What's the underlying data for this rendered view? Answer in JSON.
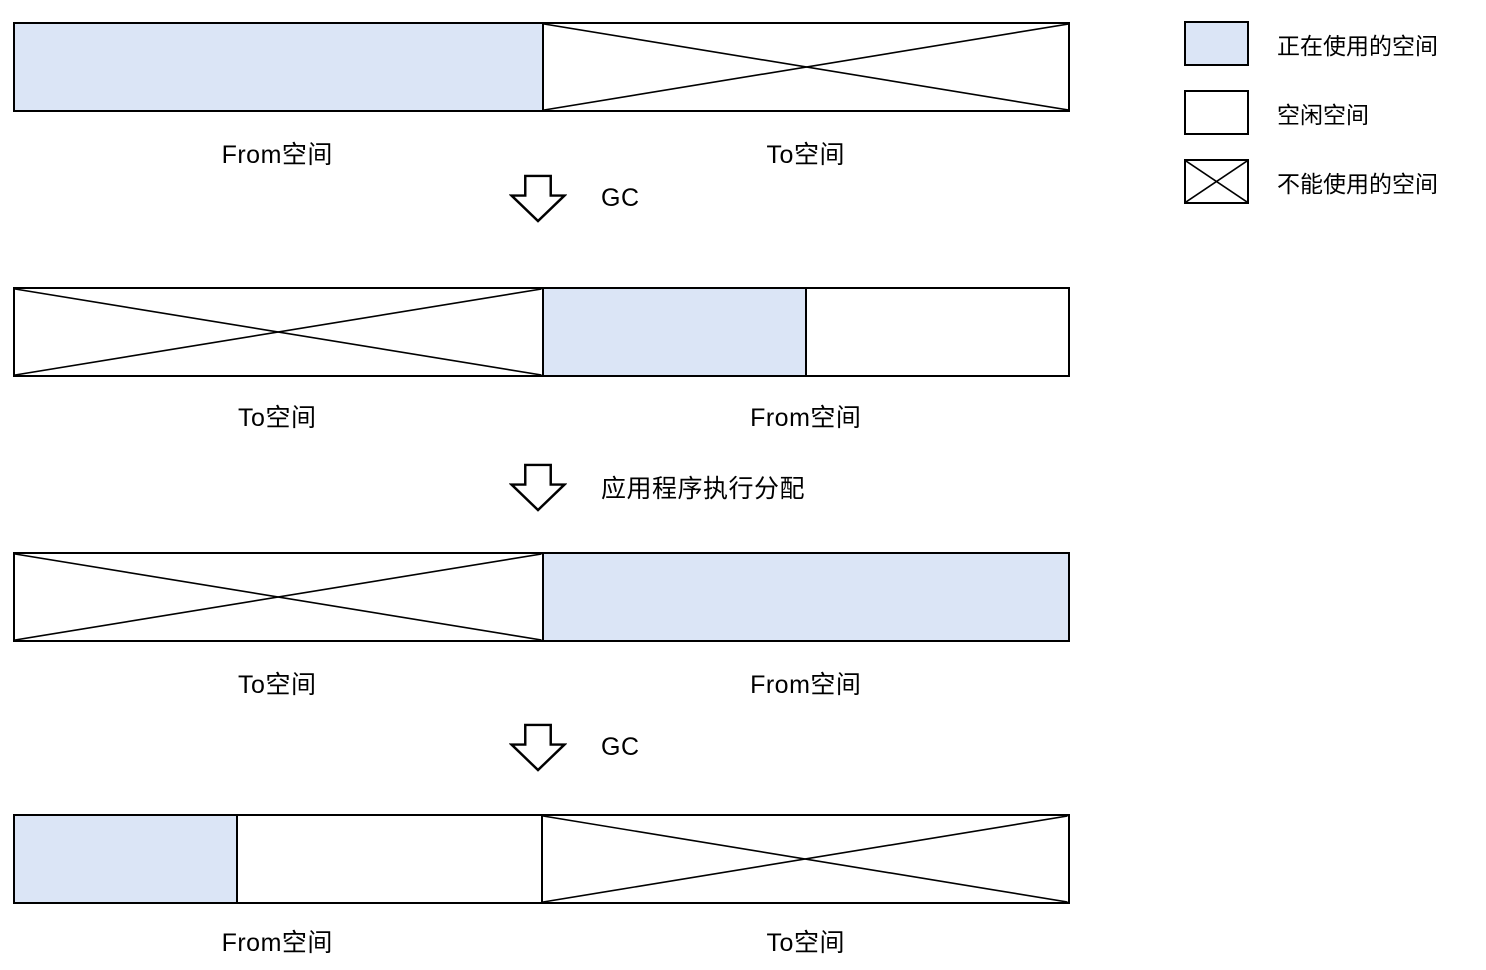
{
  "colors": {
    "used_fill": "#dbe5f6",
    "free_fill": "#ffffff",
    "line": "#000000"
  },
  "legend": [
    {
      "type": "used",
      "label": "正在使用的空间"
    },
    {
      "type": "free",
      "label": "空闲空间"
    },
    {
      "type": "unusable",
      "label": "不能使用的空间"
    }
  ],
  "rows": [
    {
      "segments": [
        {
          "type": "used",
          "width_pct": 50
        },
        {
          "type": "unusable",
          "width_pct": 50
        }
      ],
      "left_label": "From空间",
      "right_label": "To空间"
    },
    {
      "segments": [
        {
          "type": "unusable",
          "width_pct": 50
        },
        {
          "type": "used",
          "width_pct": 25
        },
        {
          "type": "free",
          "width_pct": 25
        }
      ],
      "left_label": "To空间",
      "right_label": "From空间"
    },
    {
      "segments": [
        {
          "type": "unusable",
          "width_pct": 50
        },
        {
          "type": "used",
          "width_pct": 50
        }
      ],
      "left_label": "To空间",
      "right_label": "From空间"
    },
    {
      "segments": [
        {
          "type": "used",
          "width_pct": 21
        },
        {
          "type": "free",
          "width_pct": 29
        },
        {
          "type": "unusable",
          "width_pct": 50
        }
      ],
      "left_label": "From空间",
      "right_label": "To空间"
    }
  ],
  "arrows": [
    {
      "label": "GC"
    },
    {
      "label": "应用程序执行分配"
    },
    {
      "label": "GC"
    }
  ]
}
